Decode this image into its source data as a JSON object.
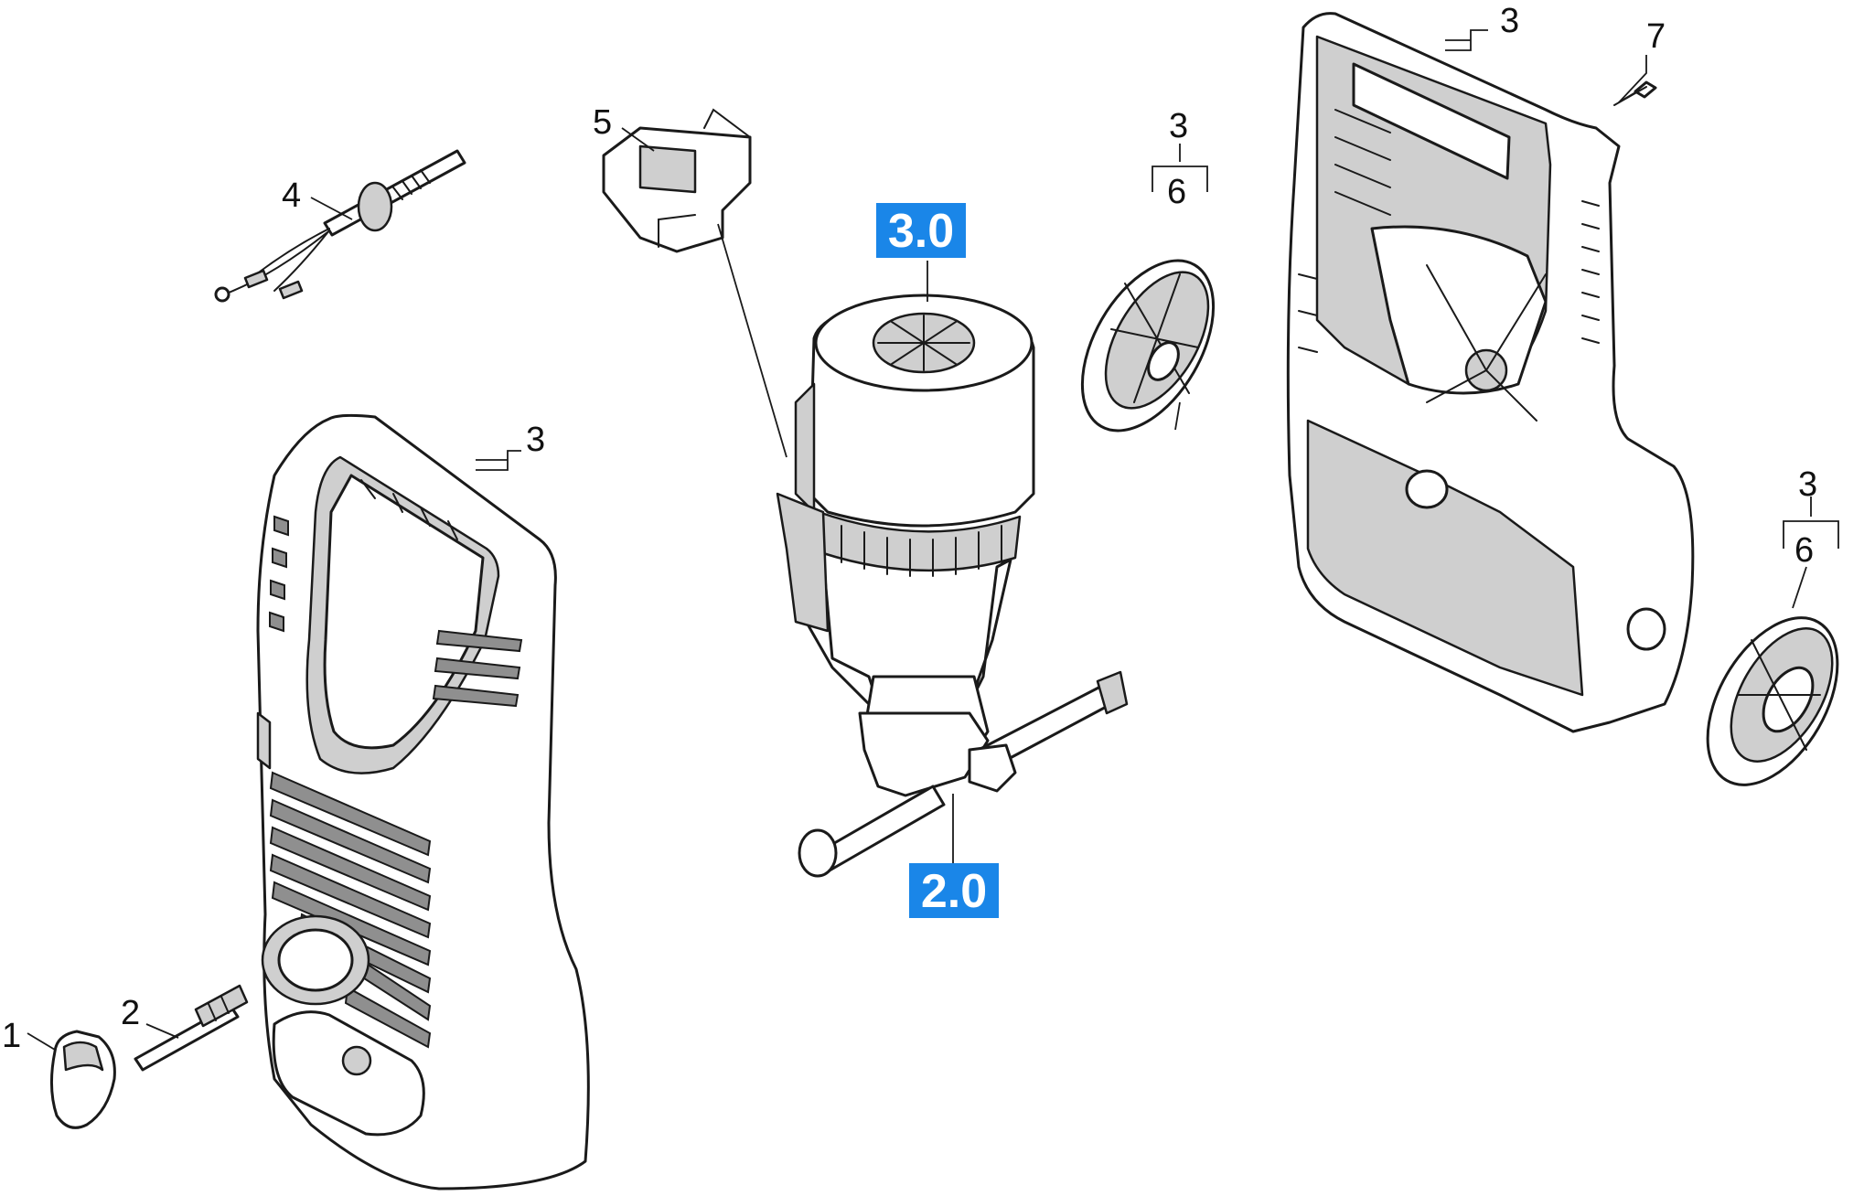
{
  "labels": {
    "p1": "1",
    "p2": "2",
    "p3_front": "3",
    "p3_top": "3",
    "p3_wheel_top": "3",
    "p3_wheel_right": "3",
    "p4": "4",
    "p5": "5",
    "p6_wheel_top": "6",
    "p6_wheel_right": "6",
    "p7": "7"
  },
  "links": {
    "motor": "3.0",
    "pump": "2.0"
  },
  "colors": {
    "link_badge": "#1a86e8",
    "line": "#1a1a1a",
    "shade": "#cfcfcf"
  }
}
